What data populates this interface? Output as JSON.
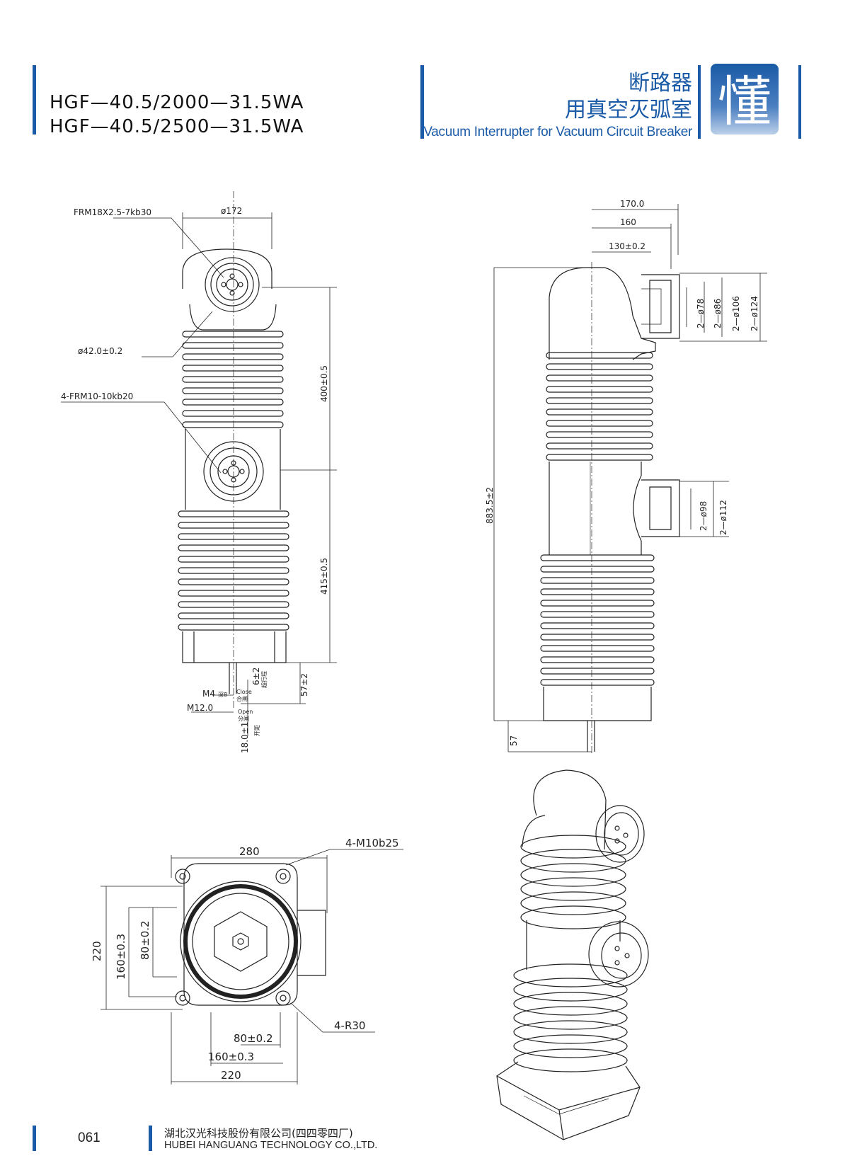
{
  "header": {
    "model_line_1": "HGF—40.5/2000—31.5WA",
    "model_line_2": "HGF—40.5/2500—31.5WA",
    "title_cn_line_1": "断路器",
    "title_cn_line_2": "用真空灭弧室",
    "title_en": "Vacuum Interrupter for Vacuum Circuit Breaker",
    "logo_char": "懂"
  },
  "front_view": {
    "thread_top": "FRM18X2.5-7kb30",
    "diameter_top": "ø172",
    "diameter_contact": "ø42.0±0.2",
    "thread_mid": "4-FRM10-10kb20",
    "dim_upper": "400±0.5",
    "dim_lower": "415±0.5",
    "dim_rod": "57±2",
    "dim_stroke": "6±2",
    "stroke_cn": "超行程",
    "thread_m4": "M4",
    "m4_note": "深8",
    "close_label": "Close",
    "close_cn": "合闸",
    "open_label": "Open",
    "open_cn": "分闸",
    "thread_m12": "M12.0",
    "dim_open": "18.0±1",
    "open_gap_cn": "开距"
  },
  "side_view": {
    "dim_170": "170.0",
    "dim_160": "160",
    "dim_130": "130±0.2",
    "dia_78": "2—ø78",
    "dia_86": "2—ø86",
    "dia_106": "2—ø106",
    "dia_124": "2—ø124",
    "dia_98": "2—ø98",
    "dia_112": "2—ø112",
    "dim_total": "883.5±2",
    "dim_57": "57"
  },
  "bottom_view": {
    "dim_280": "280",
    "dim_220_v": "220",
    "dim_160_v": "160±0.3",
    "dim_80_v": "80±0.2",
    "thread_holes": "4-M10b25",
    "radius": "4-R30",
    "dim_80_h": "80±0.2",
    "dim_160_h": "160±0.3",
    "dim_220_h": "220"
  },
  "footer": {
    "page_number": "061",
    "company_cn": "湖北汉光科技股份有限公司(四四零四厂)",
    "company_en": "HUBEI HANGUANG TECHNOLOGY CO.,LTD."
  }
}
